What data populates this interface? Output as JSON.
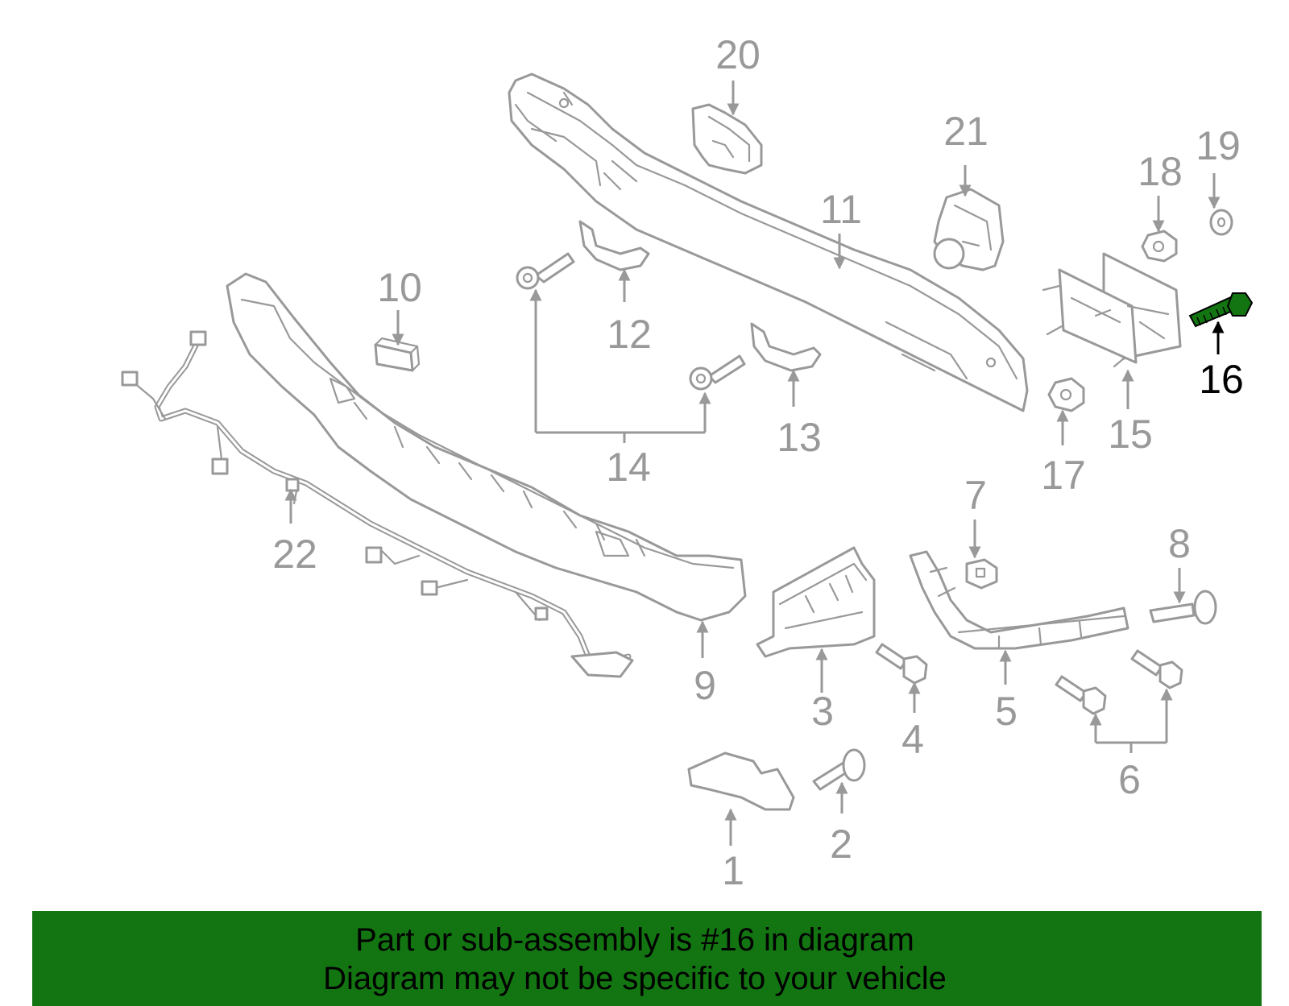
{
  "diagram": {
    "callouts": [
      {
        "id": 1,
        "label": "1"
      },
      {
        "id": 2,
        "label": "2"
      },
      {
        "id": 3,
        "label": "3"
      },
      {
        "id": 4,
        "label": "4"
      },
      {
        "id": 5,
        "label": "5"
      },
      {
        "id": 6,
        "label": "6"
      },
      {
        "id": 7,
        "label": "7"
      },
      {
        "id": 8,
        "label": "8"
      },
      {
        "id": 9,
        "label": "9"
      },
      {
        "id": 10,
        "label": "10"
      },
      {
        "id": 11,
        "label": "11"
      },
      {
        "id": 12,
        "label": "12"
      },
      {
        "id": 13,
        "label": "13"
      },
      {
        "id": 14,
        "label": "14"
      },
      {
        "id": 15,
        "label": "15"
      },
      {
        "id": 16,
        "label": "16"
      },
      {
        "id": 17,
        "label": "17"
      },
      {
        "id": 18,
        "label": "18"
      },
      {
        "id": 19,
        "label": "19"
      },
      {
        "id": 20,
        "label": "20"
      },
      {
        "id": 21,
        "label": "21"
      },
      {
        "id": 22,
        "label": "22"
      }
    ],
    "highlighted_part": 16,
    "colors": {
      "line_art": "#999999",
      "highlight_part": "#137511",
      "highlight_label": "#000000",
      "banner_background": "#137511",
      "banner_text": "#000000"
    }
  },
  "banner": {
    "line1": "Part or sub-assembly is #16 in diagram",
    "line2": "Diagram may not be specific to your vehicle"
  }
}
